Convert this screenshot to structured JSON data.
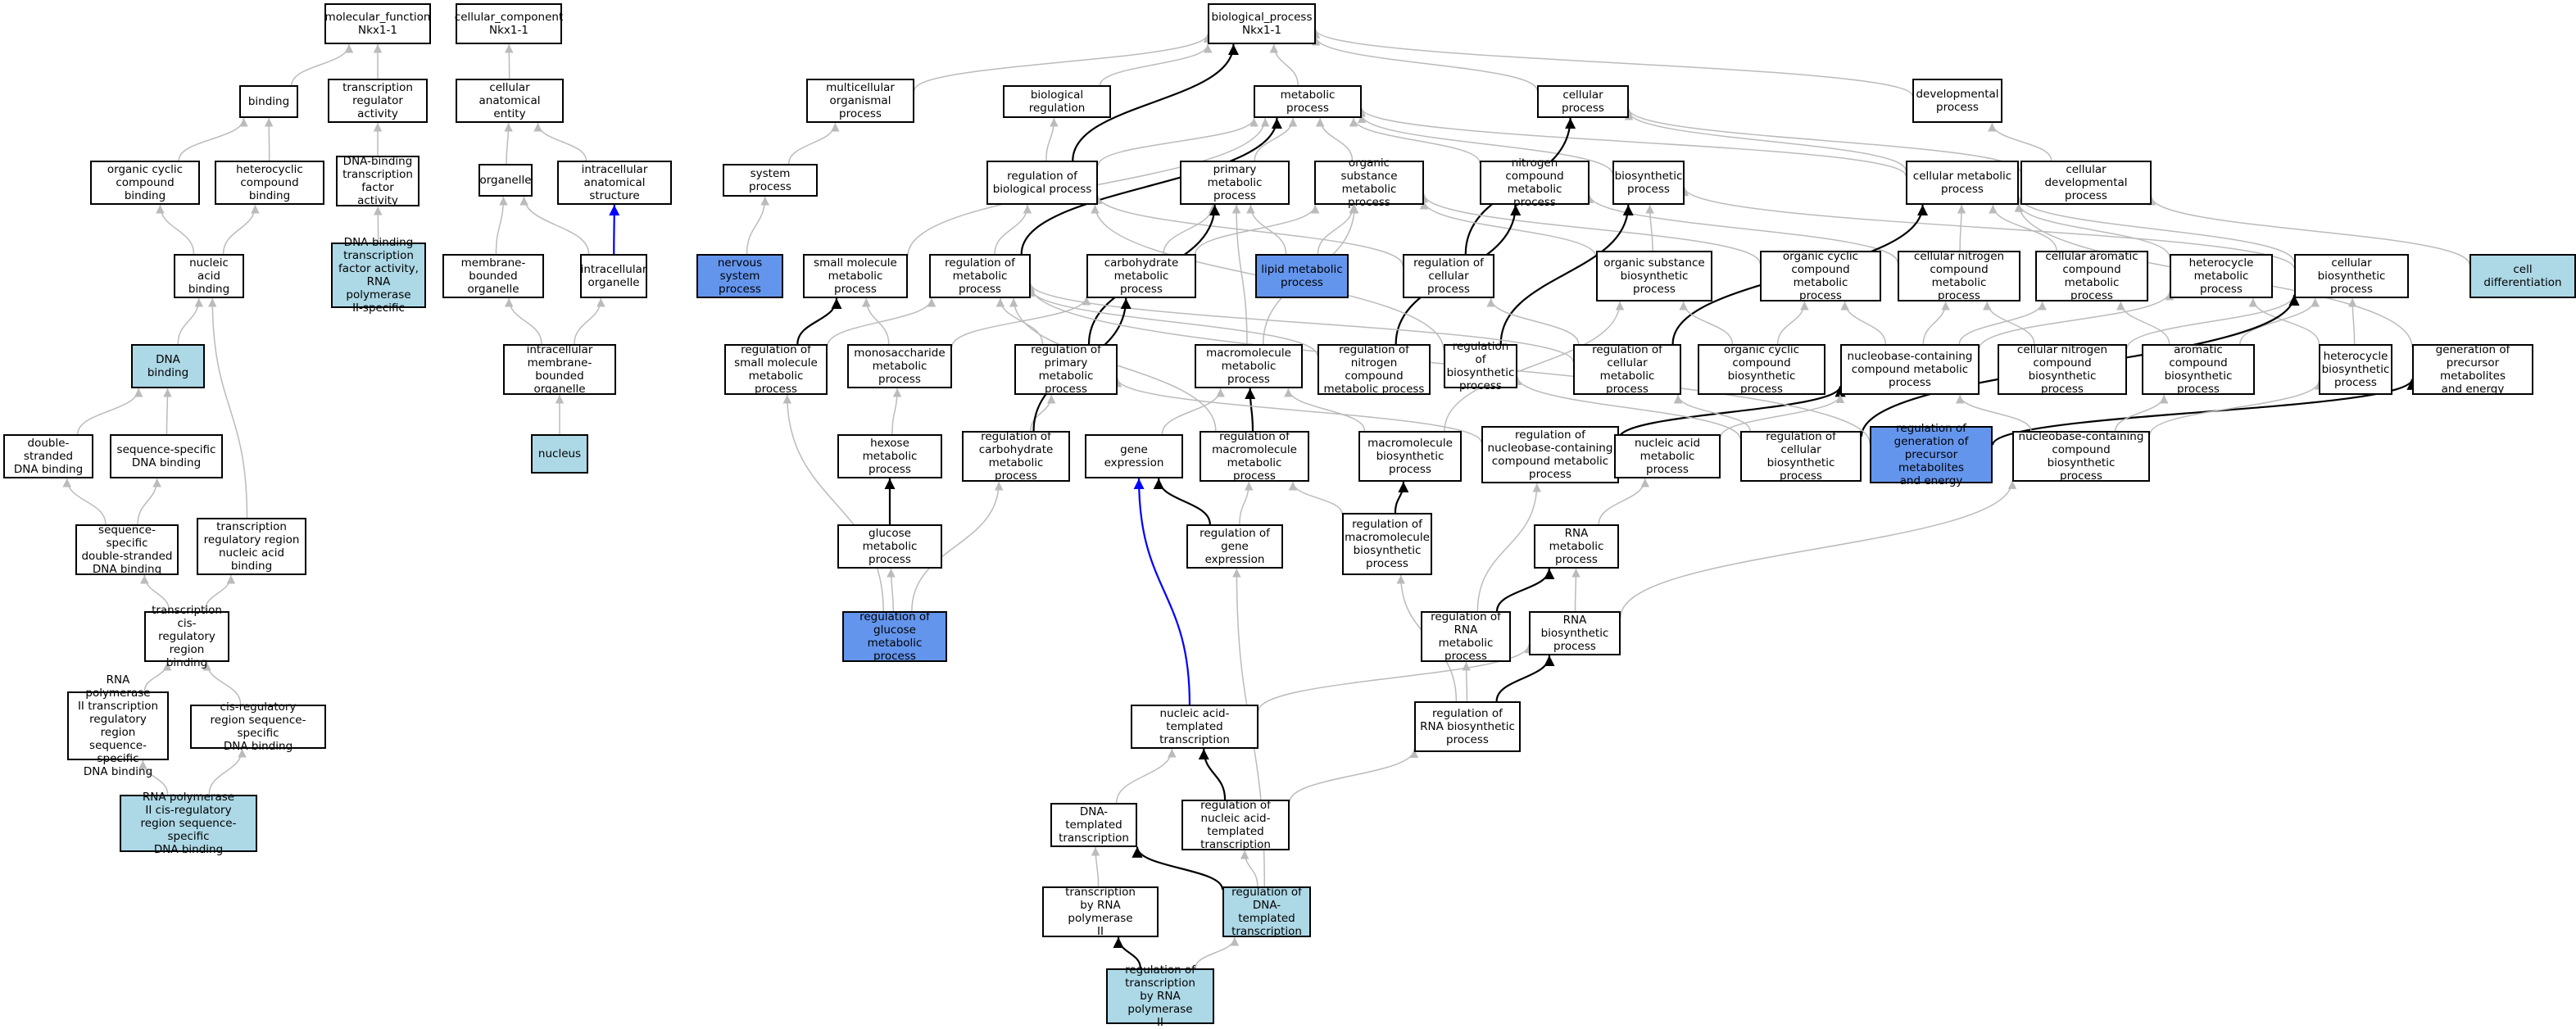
{
  "colors": {
    "background": "#ffffff",
    "default_fill": "#ffffff",
    "light_fill": "#add8e6",
    "dark_fill": "#6495ed",
    "gray_edge": "#bbbbbb",
    "black_edge": "#000000",
    "blue_edge": "#0000ff"
  },
  "nodes": {
    "mf": {
      "label": "molecular_function\nNkx1-1",
      "fill": "white"
    },
    "cc": {
      "label": "cellular_component\nNkx1-1",
      "fill": "white"
    },
    "bp": {
      "label": "biological_process\nNkx1-1",
      "fill": "white"
    },
    "binding": {
      "label": "binding",
      "fill": "white"
    },
    "tra": {
      "label": "transcription\nregulator activity",
      "fill": "white"
    },
    "cae": {
      "label": "cellular anatomical\nentity",
      "fill": "white"
    },
    "mop": {
      "label": "multicellular\norganismal process",
      "fill": "white"
    },
    "breg": {
      "label": "biological regulation",
      "fill": "white"
    },
    "met": {
      "label": "metabolic process",
      "fill": "white"
    },
    "cellp": {
      "label": "cellular process",
      "fill": "white"
    },
    "devp": {
      "label": "developmental\nprocess",
      "fill": "white"
    },
    "occb": {
      "label": "organic cyclic\ncompound binding",
      "fill": "white"
    },
    "hcb": {
      "label": "heterocyclic\ncompound binding",
      "fill": "white"
    },
    "dbtfa": {
      "label": "DNA-binding\ntranscription\nfactor activity",
      "fill": "white"
    },
    "organelle": {
      "label": "organelle",
      "fill": "white"
    },
    "ias": {
      "label": "intracellular\nanatomical structure",
      "fill": "white"
    },
    "sysp": {
      "label": "system process",
      "fill": "white"
    },
    "rbp": {
      "label": "regulation of\nbiological process",
      "fill": "white"
    },
    "pmp": {
      "label": "primary metabolic\nprocess",
      "fill": "white"
    },
    "osmp": {
      "label": "organic substance\nmetabolic process",
      "fill": "white"
    },
    "ncmp": {
      "label": "nitrogen compound\nmetabolic process",
      "fill": "white"
    },
    "biosp": {
      "label": "biosynthetic\nprocess",
      "fill": "white"
    },
    "cmp": {
      "label": "cellular metabolic\nprocess",
      "fill": "white"
    },
    "cdp": {
      "label": "cellular developmental\nprocess",
      "fill": "white"
    },
    "nab": {
      "label": "nucleic acid\nbinding",
      "fill": "white"
    },
    "dbtfa2": {
      "label": "DNA-binding\ntranscription\nfactor activity,\nRNA polymerase\nII-specific",
      "fill": "light"
    },
    "mbo": {
      "label": "membrane-bounded\norganelle",
      "fill": "white"
    },
    "io": {
      "label": "intracellular\norganelle",
      "fill": "white"
    },
    "nsp": {
      "label": "nervous system\nprocess",
      "fill": "dark"
    },
    "smmp": {
      "label": "small molecule\nmetabolic process",
      "fill": "white"
    },
    "rmp": {
      "label": "regulation of\nmetabolic process",
      "fill": "white"
    },
    "chmp": {
      "label": "carbohydrate\nmetabolic process",
      "fill": "white"
    },
    "lmp": {
      "label": "lipid metabolic\nprocess",
      "fill": "dark"
    },
    "rcp": {
      "label": "regulation of\ncellular process",
      "fill": "white"
    },
    "osbp": {
      "label": "organic substance\nbiosynthetic\nprocess",
      "fill": "white"
    },
    "occmp": {
      "label": "organic cyclic\ncompound metabolic\nprocess",
      "fill": "white"
    },
    "cncmp": {
      "label": "cellular nitrogen\ncompound metabolic\nprocess",
      "fill": "white"
    },
    "cacmp": {
      "label": "cellular aromatic\ncompound metabolic\nprocess",
      "fill": "white"
    },
    "hmp": {
      "label": "heterocycle\nmetabolic process",
      "fill": "white"
    },
    "cbp": {
      "label": "cellular biosynthetic\nprocess",
      "fill": "white"
    },
    "cdiff": {
      "label": "cell differentiation",
      "fill": "light"
    },
    "dnab": {
      "label": "DNA binding",
      "fill": "light"
    },
    "imbo": {
      "label": "intracellular\nmembrane-bounded\norganelle",
      "fill": "white"
    },
    "rsmmp": {
      "label": "regulation of\nsmall molecule\nmetabolic process",
      "fill": "white"
    },
    "msmp": {
      "label": "monosaccharide\nmetabolic process",
      "fill": "white"
    },
    "rpmp": {
      "label": "regulation of\nprimary metabolic\nprocess",
      "fill": "white"
    },
    "mmp": {
      "label": "macromolecule\nmetabolic process",
      "fill": "white"
    },
    "rncmp": {
      "label": "regulation of\nnitrogen compound\nmetabolic process",
      "fill": "white"
    },
    "rbiosp": {
      "label": "regulation of\nbiosynthetic\nprocess",
      "fill": "white"
    },
    "rcmp": {
      "label": "regulation of\ncellular metabolic\nprocess",
      "fill": "white"
    },
    "occbp": {
      "label": "organic cyclic\ncompound biosynthetic\nprocess",
      "fill": "white"
    },
    "nbcmp": {
      "label": "nucleobase-containing\ncompound metabolic\nprocess",
      "fill": "white"
    },
    "cncbp": {
      "label": "cellular nitrogen\ncompound biosynthetic\nprocess",
      "fill": "white"
    },
    "acbp": {
      "label": "aromatic compound\nbiosynthetic\nprocess",
      "fill": "white"
    },
    "hbp": {
      "label": "heterocycle\nbiosynthetic\nprocess",
      "fill": "white"
    },
    "gpme": {
      "label": "generation of\nprecursor metabolites\nand energy",
      "fill": "white"
    },
    "dsdb": {
      "label": "double-stranded\nDNA binding",
      "fill": "white"
    },
    "ssdb": {
      "label": "sequence-specific\nDNA binding",
      "fill": "white"
    },
    "nucleus": {
      "label": "nucleus",
      "fill": "light"
    },
    "hexmp": {
      "label": "hexose metabolic\nprocess",
      "fill": "white"
    },
    "rchmp": {
      "label": "regulation of\ncarbohydrate\nmetabolic process",
      "fill": "white"
    },
    "gexp": {
      "label": "gene expression",
      "fill": "white"
    },
    "rmmp": {
      "label": "regulation of\nmacromolecule\nmetabolic process",
      "fill": "white"
    },
    "mbiosp": {
      "label": "macromolecule\nbiosynthetic\nprocess",
      "fill": "white"
    },
    "rnbcmp": {
      "label": "regulation of\nnucleobase-containing\ncompound metabolic\nprocess",
      "fill": "white"
    },
    "namp": {
      "label": "nucleic acid\nmetabolic process",
      "fill": "white"
    },
    "rcbp": {
      "label": "regulation of\ncellular biosynthetic\nprocess",
      "fill": "white"
    },
    "rgpme": {
      "label": "regulation of\ngeneration of\nprecursor metabolites\nand energy",
      "fill": "dark"
    },
    "nbcbp": {
      "label": "nucleobase-containing\ncompound biosynthetic\nprocess",
      "fill": "white"
    },
    "ssdsdb": {
      "label": "sequence-specific\ndouble-stranded\nDNA binding",
      "fill": "white"
    },
    "trrnab": {
      "label": "transcription\nregulatory region\nnucleic acid\nbinding",
      "fill": "white"
    },
    "gmp": {
      "label": "glucose metabolic\nprocess",
      "fill": "white"
    },
    "rgexp": {
      "label": "regulation of\ngene expression",
      "fill": "white"
    },
    "rmbiosp": {
      "label": "regulation of\nmacromolecule\nbiosynthetic\nprocess",
      "fill": "white"
    },
    "rnamp": {
      "label": "RNA metabolic\nprocess",
      "fill": "white"
    },
    "tcrrb": {
      "label": "transcription\ncis-regulatory\nregion binding",
      "fill": "white"
    },
    "rgmp": {
      "label": "regulation of\nglucose metabolic\nprocess",
      "fill": "dark"
    },
    "rrnamp": {
      "label": "regulation of\nRNA metabolic\nprocess",
      "fill": "white"
    },
    "rnabp": {
      "label": "RNA biosynthetic\nprocess",
      "fill": "white"
    },
    "rp2trr": {
      "label": "RNA polymerase\nII transcription\nregulatory region\nsequence-specific\nDNA binding",
      "fill": "white"
    },
    "crrssdb": {
      "label": "cis-regulatory\nregion sequence-specific\nDNA binding",
      "fill": "white"
    },
    "nat": {
      "label": "nucleic acid-templated\ntranscription",
      "fill": "white"
    },
    "rrnabp": {
      "label": "regulation of\nRNA biosynthetic\nprocess",
      "fill": "white"
    },
    "rp2crr": {
      "label": "RNA polymerase\nII cis-regulatory\nregion sequence-specific\nDNA binding",
      "fill": "light"
    },
    "dtt": {
      "label": "DNA-templated\ntranscription",
      "fill": "white"
    },
    "rnat": {
      "label": "regulation of\nnucleic acid-templated\ntranscription",
      "fill": "white"
    },
    "trp2": {
      "label": "transcription\nby RNA polymerase\nII",
      "fill": "white"
    },
    "rdtt": {
      "label": "regulation of\nDNA-templated\ntranscription",
      "fill": "light"
    },
    "rtrp2": {
      "label": "regulation of\ntranscription\nby RNA polymerase\nII",
      "fill": "light"
    }
  },
  "edges": [
    [
      "binding",
      "mf",
      "gray"
    ],
    [
      "tra",
      "mf",
      "gray"
    ],
    [
      "occb",
      "binding",
      "gray"
    ],
    [
      "hcb",
      "binding",
      "gray"
    ],
    [
      "nab",
      "occb",
      "gray"
    ],
    [
      "nab",
      "hcb",
      "gray"
    ],
    [
      "dnab",
      "nab",
      "gray"
    ],
    [
      "dsdb",
      "dnab",
      "gray"
    ],
    [
      "ssdb",
      "dnab",
      "gray"
    ],
    [
      "ssdsdb",
      "dsdb",
      "gray"
    ],
    [
      "ssdsdb",
      "ssdb",
      "gray"
    ],
    [
      "tcrrb",
      "ssdsdb",
      "gray"
    ],
    [
      "tcrrb",
      "trrnab",
      "gray"
    ],
    [
      "trrnab",
      "nab",
      "gray"
    ],
    [
      "rp2trr",
      "tcrrb",
      "gray"
    ],
    [
      "crrssdb",
      "tcrrb",
      "gray"
    ],
    [
      "rp2crr",
      "rp2trr",
      "gray"
    ],
    [
      "rp2crr",
      "crrssdb",
      "gray"
    ],
    [
      "dbtfa",
      "tra",
      "gray"
    ],
    [
      "dbtfa2",
      "dbtfa",
      "gray"
    ],
    [
      "cae",
      "cc",
      "gray"
    ],
    [
      "organelle",
      "cae",
      "gray"
    ],
    [
      "ias",
      "cae",
      "gray"
    ],
    [
      "mbo",
      "organelle",
      "gray"
    ],
    [
      "io",
      "organelle",
      "gray"
    ],
    [
      "io",
      "ias",
      "blue"
    ],
    [
      "imbo",
      "mbo",
      "gray"
    ],
    [
      "imbo",
      "io",
      "gray"
    ],
    [
      "nucleus",
      "imbo",
      "gray"
    ],
    [
      "mop",
      "bp",
      "gray"
    ],
    [
      "breg",
      "bp",
      "gray"
    ],
    [
      "met",
      "bp",
      "gray"
    ],
    [
      "cellp",
      "bp",
      "gray"
    ],
    [
      "devp",
      "bp",
      "gray"
    ],
    [
      "sysp",
      "mop",
      "gray"
    ],
    [
      "nsp",
      "sysp",
      "gray"
    ],
    [
      "rbp",
      "breg",
      "gray"
    ],
    [
      "rbp",
      "bp",
      "black"
    ],
    [
      "rbp",
      "met",
      "gray"
    ],
    [
      "pmp",
      "met",
      "gray"
    ],
    [
      "osmp",
      "met",
      "gray"
    ],
    [
      "ncmp",
      "met",
      "gray"
    ],
    [
      "biosp",
      "met",
      "gray"
    ],
    [
      "cmp",
      "met",
      "gray"
    ],
    [
      "cmp",
      "cellp",
      "gray"
    ],
    [
      "cdp",
      "cellp",
      "gray"
    ],
    [
      "cdp",
      "devp",
      "gray"
    ],
    [
      "cdiff",
      "cdp",
      "gray"
    ],
    [
      "smmp",
      "met",
      "gray"
    ],
    [
      "rmp",
      "met",
      "black"
    ],
    [
      "rmp",
      "rbp",
      "gray"
    ],
    [
      "chmp",
      "pmp",
      "gray"
    ],
    [
      "chmp",
      "osmp",
      "gray"
    ],
    [
      "lmp",
      "pmp",
      "gray"
    ],
    [
      "lmp",
      "osmp",
      "gray"
    ],
    [
      "rcp",
      "rbp",
      "gray"
    ],
    [
      "rcp",
      "cellp",
      "black"
    ],
    [
      "osbp",
      "osmp",
      "gray"
    ],
    [
      "osbp",
      "biosp",
      "gray"
    ],
    [
      "occmp",
      "osmp",
      "gray"
    ],
    [
      "cncmp",
      "ncmp",
      "gray"
    ],
    [
      "cncmp",
      "cmp",
      "gray"
    ],
    [
      "cacmp",
      "cmp",
      "gray"
    ],
    [
      "hmp",
      "cmp",
      "gray"
    ],
    [
      "cbp",
      "biosp",
      "gray"
    ],
    [
      "cbp",
      "cmp",
      "gray"
    ],
    [
      "rsmmp",
      "smmp",
      "black"
    ],
    [
      "rsmmp",
      "rmp",
      "gray"
    ],
    [
      "msmp",
      "smmp",
      "gray"
    ],
    [
      "msmp",
      "chmp",
      "gray"
    ],
    [
      "rpmp",
      "rmp",
      "gray"
    ],
    [
      "rpmp",
      "pmp",
      "black"
    ],
    [
      "mmp",
      "pmp",
      "gray"
    ],
    [
      "mmp",
      "osmp",
      "gray"
    ],
    [
      "rncmp",
      "rmp",
      "gray"
    ],
    [
      "rncmp",
      "ncmp",
      "black"
    ],
    [
      "rbiosp",
      "rbp",
      "gray"
    ],
    [
      "rbiosp",
      "biosp",
      "black"
    ],
    [
      "rcmp",
      "rmp",
      "gray"
    ],
    [
      "rcmp",
      "rcp",
      "gray"
    ],
    [
      "rcmp",
      "cmp",
      "black"
    ],
    [
      "occbp",
      "occmp",
      "gray"
    ],
    [
      "occbp",
      "osbp",
      "gray"
    ],
    [
      "nbcmp",
      "cncmp",
      "gray"
    ],
    [
      "nbcmp",
      "cacmp",
      "gray"
    ],
    [
      "nbcmp",
      "hmp",
      "gray"
    ],
    [
      "nbcmp",
      "occmp",
      "gray"
    ],
    [
      "cncbp",
      "cncmp",
      "gray"
    ],
    [
      "cncbp",
      "cbp",
      "gray"
    ],
    [
      "acbp",
      "cacmp",
      "gray"
    ],
    [
      "acbp",
      "cbp",
      "gray"
    ],
    [
      "hbp",
      "hmp",
      "gray"
    ],
    [
      "hbp",
      "cbp",
      "gray"
    ],
    [
      "gpme",
      "cmp",
      "gray"
    ],
    [
      "hexmp",
      "msmp",
      "gray"
    ],
    [
      "rchmp",
      "rpmp",
      "gray"
    ],
    [
      "rchmp",
      "chmp",
      "black"
    ],
    [
      "gexp",
      "mmp",
      "gray"
    ],
    [
      "rmmp",
      "mmp",
      "black"
    ],
    [
      "rmmp",
      "rmp",
      "gray"
    ],
    [
      "mbiosp",
      "mmp",
      "gray"
    ],
    [
      "mbiosp",
      "osbp",
      "gray"
    ],
    [
      "rnbcmp",
      "rpmp",
      "gray"
    ],
    [
      "rnbcmp",
      "nbcmp",
      "black"
    ],
    [
      "namp",
      "nbcmp",
      "gray"
    ],
    [
      "rcbp",
      "rbiosp",
      "gray"
    ],
    [
      "rcbp",
      "rcmp",
      "gray"
    ],
    [
      "rcbp",
      "cbp",
      "black"
    ],
    [
      "rgpme",
      "gpme",
      "black"
    ],
    [
      "rgpme",
      "rmp",
      "gray"
    ],
    [
      "nbcbp",
      "nbcmp",
      "gray"
    ],
    [
      "nbcbp",
      "hbp",
      "gray"
    ],
    [
      "nbcbp",
      "acbp",
      "gray"
    ],
    [
      "gmp",
      "hexmp",
      "black"
    ],
    [
      "rgexp",
      "gexp",
      "black"
    ],
    [
      "rgexp",
      "rmmp",
      "gray"
    ],
    [
      "rmbiosp",
      "mbiosp",
      "black"
    ],
    [
      "rmbiosp",
      "rmmp",
      "gray"
    ],
    [
      "rnamp",
      "namp",
      "gray"
    ],
    [
      "rgmp",
      "gmp",
      "gray"
    ],
    [
      "rgmp",
      "rsmmp",
      "gray"
    ],
    [
      "rgmp",
      "rchmp",
      "gray"
    ],
    [
      "rrnamp",
      "rnamp",
      "black"
    ],
    [
      "rrnamp",
      "rnbcmp",
      "gray"
    ],
    [
      "rnabp",
      "rnamp",
      "gray"
    ],
    [
      "rnabp",
      "nbcbp",
      "gray"
    ],
    [
      "nat",
      "gexp",
      "blue"
    ],
    [
      "nat",
      "rnabp",
      "gray"
    ],
    [
      "rrnabp",
      "rnabp",
      "black"
    ],
    [
      "rrnabp",
      "rrnamp",
      "gray"
    ],
    [
      "rrnabp",
      "rmbiosp",
      "gray"
    ],
    [
      "dtt",
      "nat",
      "gray"
    ],
    [
      "rnat",
      "nat",
      "black"
    ],
    [
      "rnat",
      "rrnabp",
      "gray"
    ],
    [
      "trp2",
      "dtt",
      "gray"
    ],
    [
      "rdtt",
      "dtt",
      "black"
    ],
    [
      "rdtt",
      "rnat",
      "gray"
    ],
    [
      "rdtt",
      "rgexp",
      "gray"
    ],
    [
      "rtrp2",
      "trp2",
      "black"
    ],
    [
      "rtrp2",
      "rdtt",
      "gray"
    ]
  ]
}
